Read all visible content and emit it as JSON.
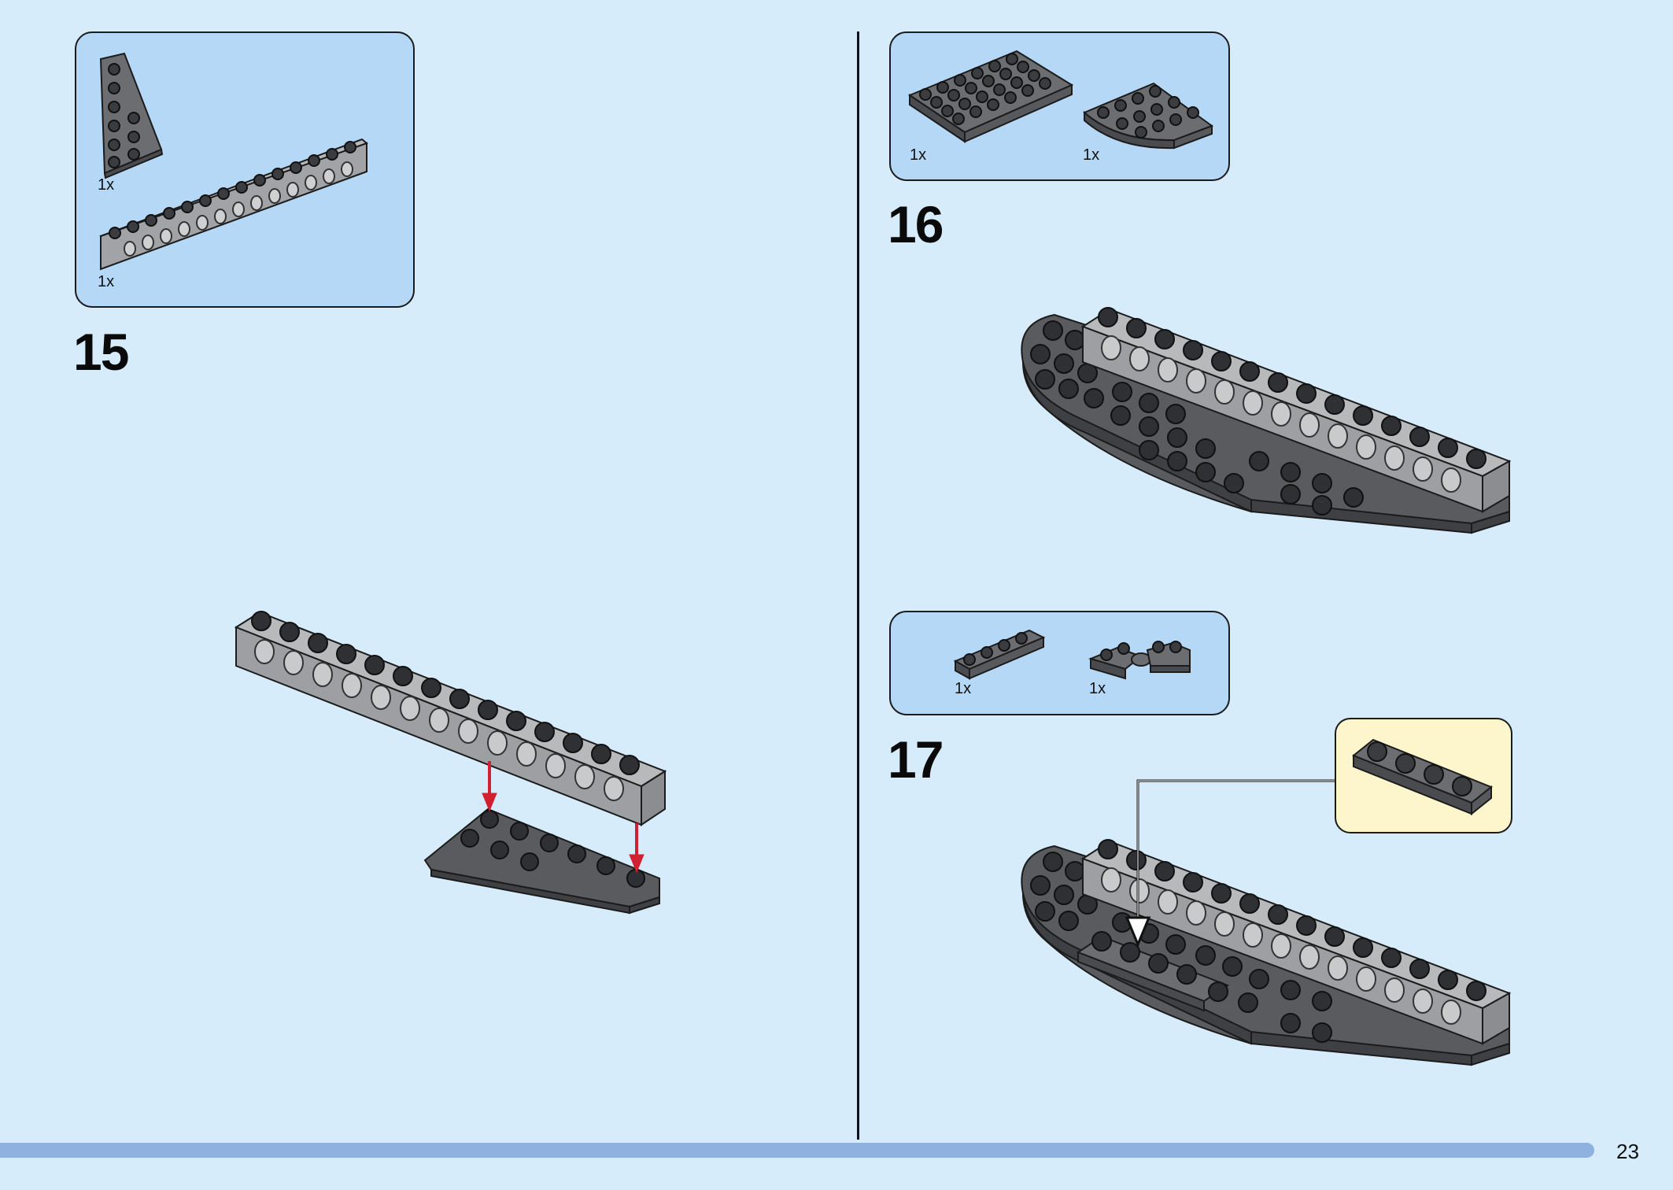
{
  "page": {
    "number": "23"
  },
  "steps": [
    {
      "number": "15",
      "parts": [
        {
          "name": "wedge-plate",
          "qty": "1x"
        },
        {
          "name": "technic-brick-1x14",
          "qty": "1x"
        }
      ]
    },
    {
      "number": "16",
      "parts": [
        {
          "name": "plate-4x6",
          "qty": "1x"
        },
        {
          "name": "quarter-round-plate",
          "qty": "1x"
        }
      ]
    },
    {
      "number": "17",
      "parts": [
        {
          "name": "plate-1x4",
          "qty": "1x"
        },
        {
          "name": "hinge-plate",
          "qty": "1x"
        }
      ]
    }
  ],
  "colors": {
    "background": "#d6ecfb",
    "parts_box": "#b4d8f5",
    "callout": "#fdf5cc",
    "arrow": "#d1202f",
    "progress": "#8fb1e0"
  }
}
